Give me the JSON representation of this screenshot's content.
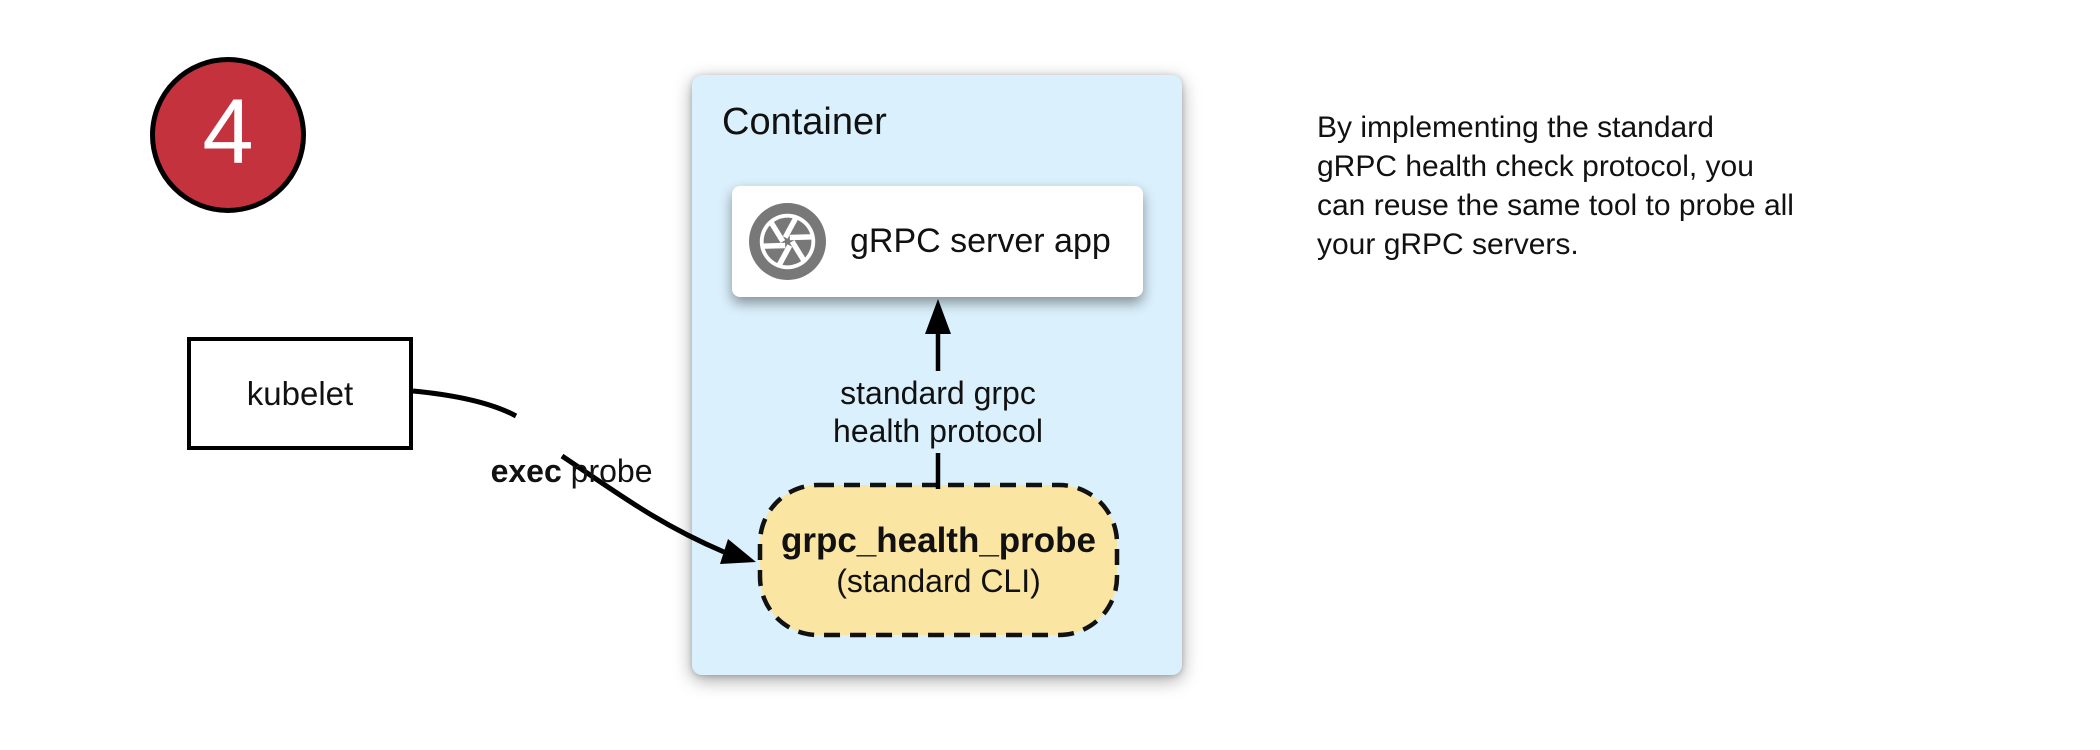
{
  "badge": {
    "number": "4",
    "fill": "#C4323E"
  },
  "kubelet": {
    "label": "kubelet"
  },
  "exec_probe": {
    "bold": "exec",
    "rest": " probe"
  },
  "container": {
    "title": "Container",
    "fill": "#DAF0FC",
    "server_label": "gRPC server app",
    "server_icon": "aperture-icon",
    "protocol_line1": "standard grpc",
    "protocol_line2": "health protocol",
    "probe_title": "grpc_health_probe",
    "probe_subtitle": "(standard CLI)",
    "probe_fill": "#FAE5A3"
  },
  "note": {
    "lines": [
      "By implementing the standard",
      "gRPC health check protocol, you",
      "can reuse the same tool to probe all",
      "your gRPC servers."
    ]
  }
}
